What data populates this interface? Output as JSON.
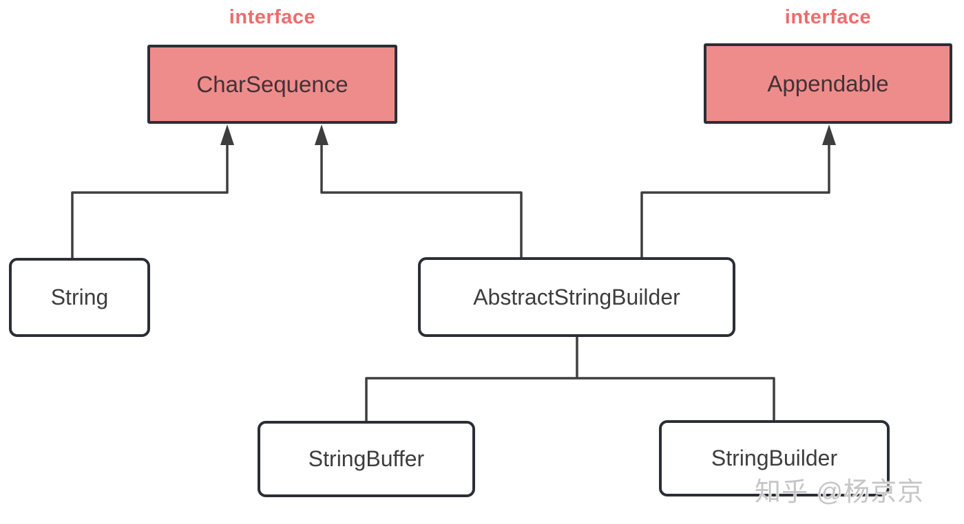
{
  "diagram": {
    "stereotype_label": "interface",
    "colors": {
      "interface-fill": "#ee8c8c",
      "interface-label": "#ed6c6c",
      "interface-box-text": "#433134",
      "class-fill": "#ffffff",
      "label-text": "#3d3d3d",
      "box-border": "#2b2e35",
      "edge-line": "#3e3e3e",
      "watermark-color": "#c6c6c6"
    },
    "nodes": [
      {
        "id": "charsequence",
        "label": "CharSequence",
        "type": "interface"
      },
      {
        "id": "appendable",
        "label": "Appendable",
        "type": "interface"
      },
      {
        "id": "string",
        "label": "String",
        "type": "class"
      },
      {
        "id": "abstractstringbuilder",
        "label": "AbstractStringBuilder",
        "type": "class"
      },
      {
        "id": "stringbuffer",
        "label": "StringBuffer",
        "type": "class"
      },
      {
        "id": "stringbuilder",
        "label": "StringBuilder",
        "type": "class"
      }
    ],
    "edges": [
      {
        "from": "String",
        "to": "CharSequence",
        "kind": "implements"
      },
      {
        "from": "AbstractStringBuilder",
        "to": "CharSequence",
        "kind": "implements"
      },
      {
        "from": "AbstractStringBuilder",
        "to": "Appendable",
        "kind": "implements"
      },
      {
        "from": "StringBuffer",
        "to": "AbstractStringBuilder",
        "kind": "extends"
      },
      {
        "from": "StringBuilder",
        "to": "AbstractStringBuilder",
        "kind": "extends"
      }
    ]
  },
  "watermark": {
    "text": "知乎 @杨京京"
  }
}
